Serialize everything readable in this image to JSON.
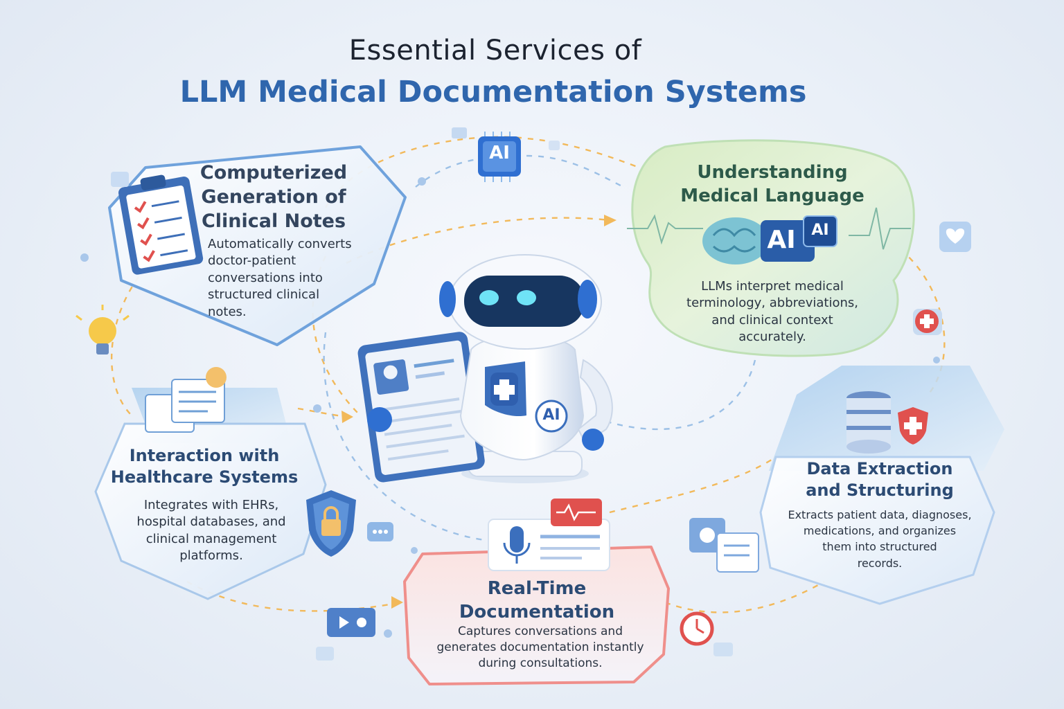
{
  "title": {
    "line1": "Essential Services of",
    "line2": "LLM Medical Documentation Systems"
  },
  "colors": {
    "title_blue": "#2f66ad",
    "green_title": "#2d5a4a",
    "red_accent": "#e0514e",
    "dash_orange": "#f2b95a"
  },
  "center": {
    "robot_badge": "AI",
    "chip_label": "AI"
  },
  "cards": {
    "clinical_notes": {
      "title": [
        "Computerized",
        "Generation of",
        "Clinical Notes"
      ],
      "desc": [
        "Automatically converts",
        "doctor-patient",
        "conversations into",
        "structured clinical",
        "notes."
      ],
      "icon": "clipboard-checklist-icon"
    },
    "medical_language": {
      "title": [
        "Understanding",
        "Medical Language"
      ],
      "desc": [
        "LLMs interpret medical",
        "terminology, abbreviations,",
        "and clinical context",
        "accurately."
      ],
      "icon": "brain-ai-icon",
      "ai_label": "AI",
      "ai_label_small": "AI"
    },
    "healthcare_systems": {
      "title": [
        "Interaction with",
        "Healthcare Systems"
      ],
      "desc": [
        "Integrates with EHRs,",
        "hospital databases, and",
        "clinical management",
        "platforms."
      ],
      "icon": "shield-lock-icon"
    },
    "data_extraction": {
      "title": [
        "Data Extraction",
        "and Structuring"
      ],
      "desc": [
        "Extracts patient data, diagnoses,",
        "medications, and organizes",
        "them into structured",
        "records."
      ],
      "icon": "database-icon"
    },
    "real_time": {
      "title": [
        "Real-Time",
        "Documentation"
      ],
      "desc": [
        "Captures conversations and",
        "generates documentation instantly",
        "during consultations."
      ],
      "icon": "microphone-icon"
    }
  }
}
